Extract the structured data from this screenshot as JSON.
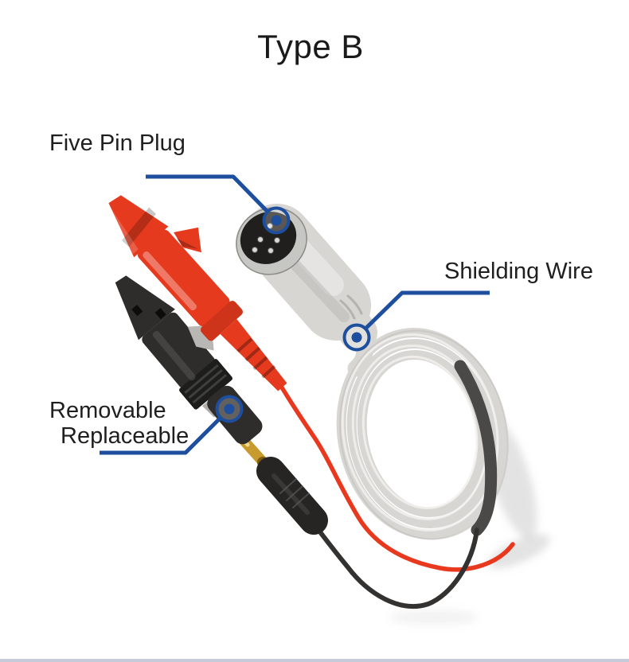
{
  "page": {
    "title": "Type B",
    "background": "#ffffff"
  },
  "callouts": {
    "five_pin_plug": {
      "label": "Five Pin Plug"
    },
    "shielding_wire": {
      "label": "Shielding Wire"
    },
    "removable_replaceable": {
      "line1": "Removable",
      "line2": "Replaceable"
    }
  },
  "colors": {
    "accent_blue": "#1d4f9e",
    "text": "#1c1c1c",
    "clip_red": "#e63a1e",
    "wire_red": "#e8391f",
    "clip_black": "#2e2d2b",
    "banana_black": "#262524",
    "wire_black": "#343230",
    "cable_gray": "#d8d6d2",
    "metal_silver": "#c6c6c3",
    "plug_face": "#201f1d",
    "pin_silver": "#d8d8d4",
    "gold": "#c79b2d",
    "sleeve_dark": "#4b4947",
    "marker_fill": "rgba(255,255,255,0.25)",
    "footer_bar": "#c7cad8"
  }
}
